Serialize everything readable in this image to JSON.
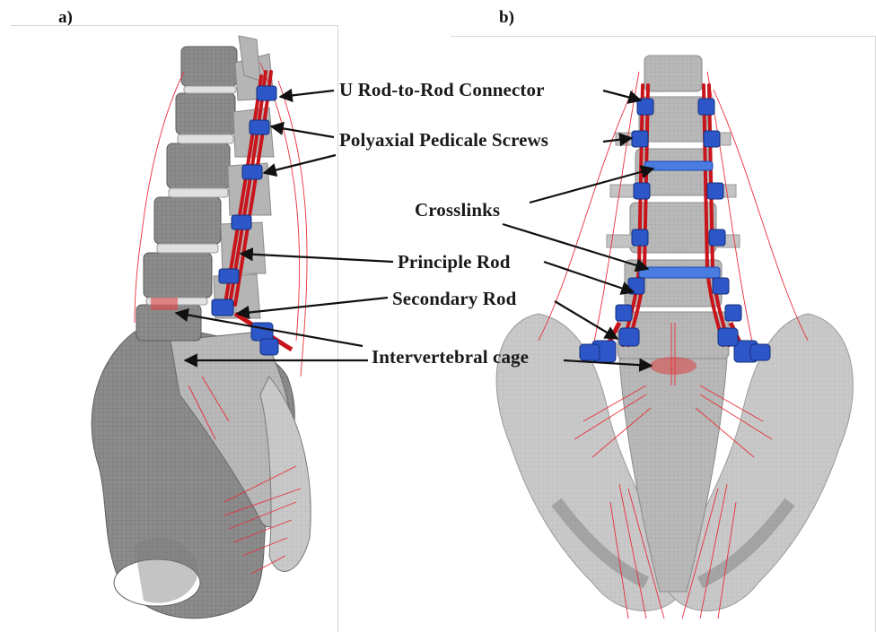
{
  "panels": {
    "a": "a)",
    "b": "b)"
  },
  "callouts": {
    "u_connector": "U Rod-to-Rod Connector",
    "screws": "Polyaxial Pedicale Screws",
    "crosslinks": "Crosslinks",
    "principle_rod": "Principle Rod",
    "secondary_rod": "Secondary Rod",
    "cage": "Intervertebral cage"
  },
  "colors": {
    "bone": "#8a8a8a",
    "bone_dark": "#5a5a5a",
    "disc": "#d4d4d4",
    "rod": "#c8141a",
    "ligament": "#e8303a",
    "hardware": "#2d56c9",
    "crosslink": "#4a7be0",
    "text": "#1a1a1a"
  }
}
